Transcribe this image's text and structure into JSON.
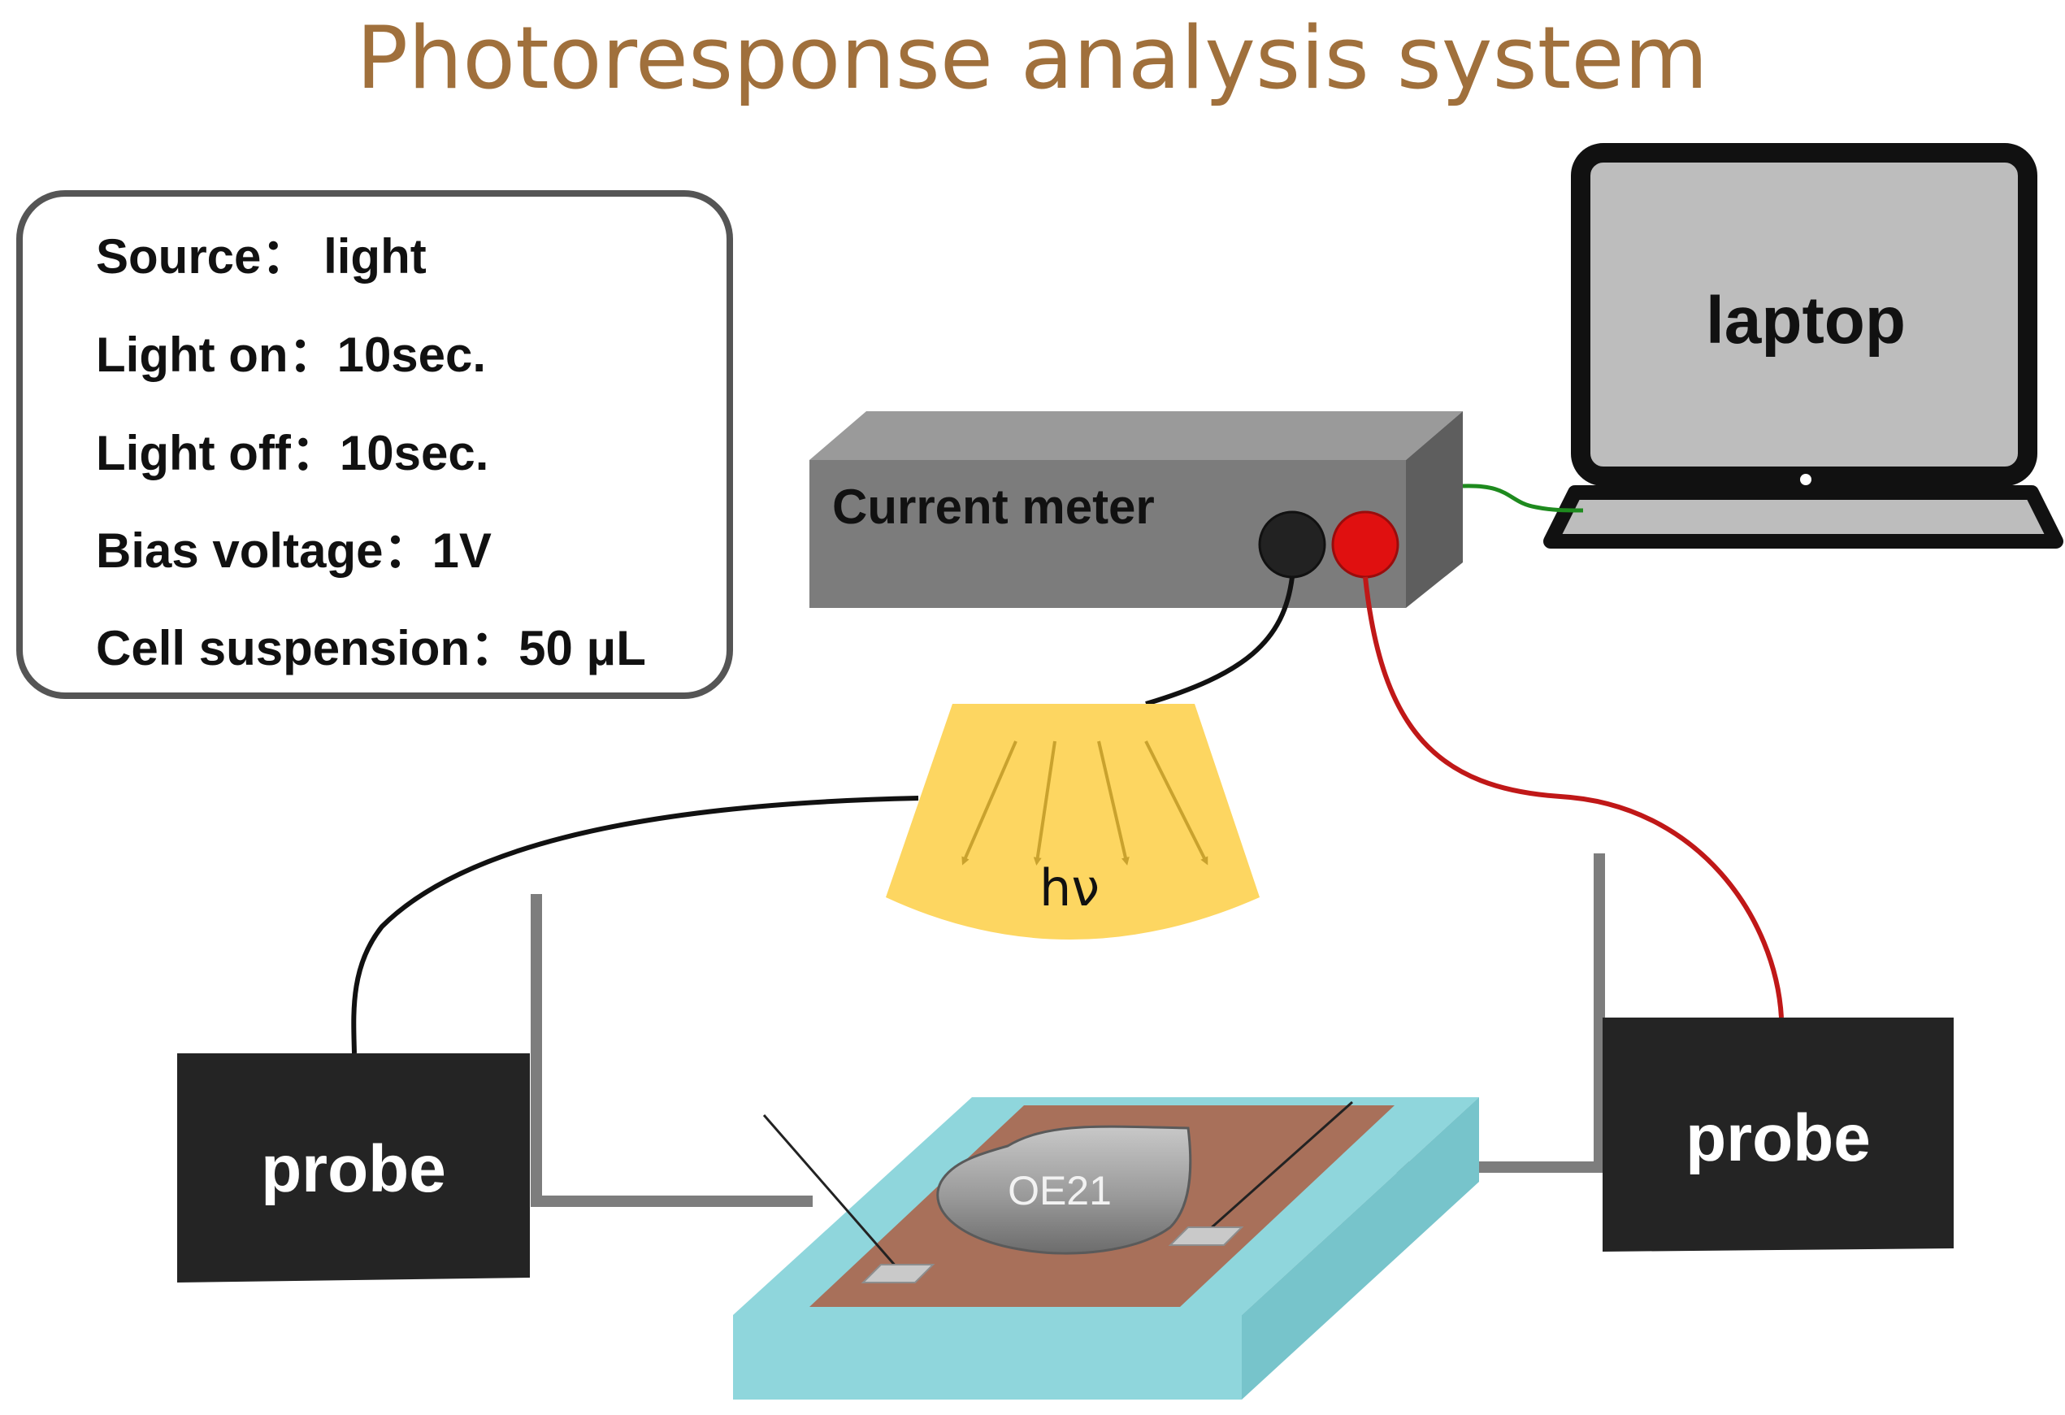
{
  "title": "Photoresponse analysis system",
  "parameters": [
    "Source： light",
    "Light on：10sec.",
    "Light off：10sec.",
    "Bias voltage：1V",
    "Cell suspension：50 μL"
  ],
  "laptop": {
    "label": "laptop"
  },
  "current_meter": {
    "label": "Current meter"
  },
  "light_source": {
    "label": "hν"
  },
  "probe_left": {
    "label": "probe"
  },
  "probe_right": {
    "label": "probe"
  },
  "sample": {
    "label": "OE21"
  },
  "colors": {
    "title": "#A0703C",
    "light": "#FDD661",
    "arrow": "#C9A22E",
    "red_wire": "#C01818",
    "green_wire": "#1E8A1E",
    "substrate": "#8FD6DC",
    "electrode": "#A8705A",
    "meter_body": "#7A7A7A",
    "probe_body": "#242424"
  }
}
